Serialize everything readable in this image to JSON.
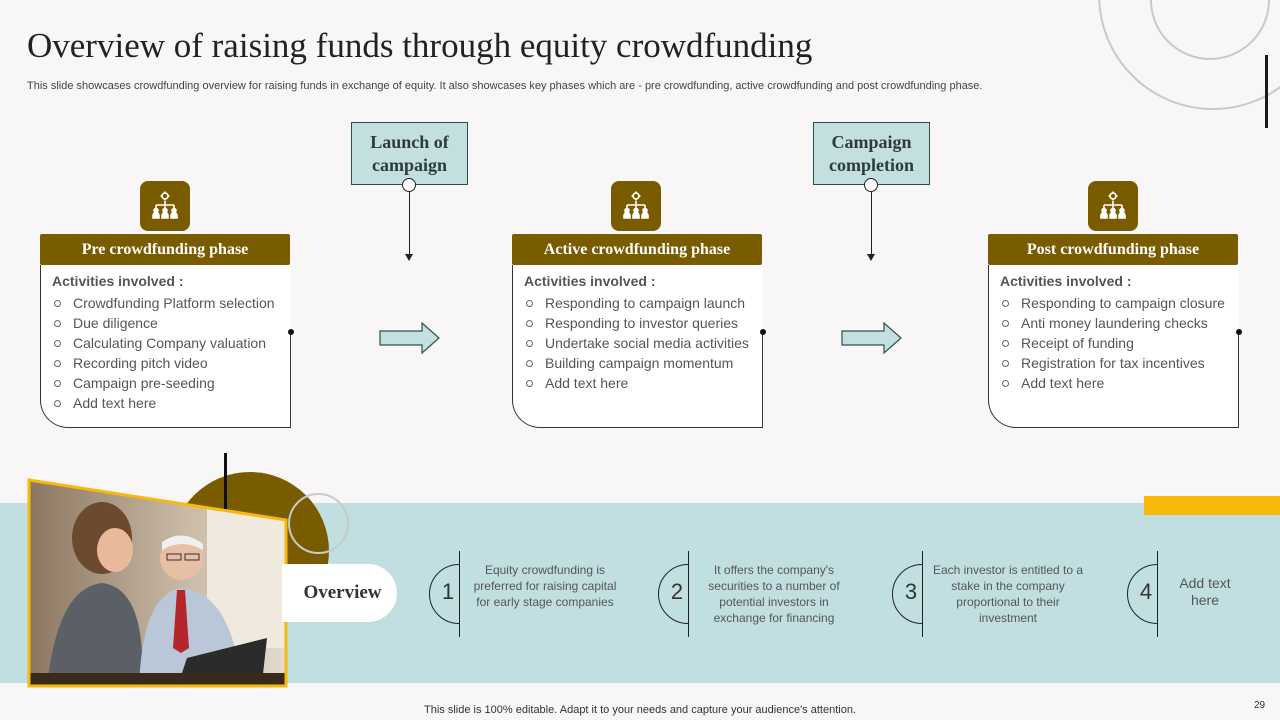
{
  "slide": {
    "title": "Overview of raising funds through equity crowdfunding",
    "subtitle": "This slide showcases crowdfunding overview for raising funds in exchange of equity. It also showcases key phases which are - pre crowdfunding, active crowdfunding and post crowdfunding phase."
  },
  "milestones": [
    {
      "label": "Launch of campaign"
    },
    {
      "label": "Campaign completion"
    }
  ],
  "phases": [
    {
      "title": "Pre crowdfunding phase",
      "activities_title": "Activities involved :",
      "items": [
        "Crowdfunding Platform selection",
        "Due diligence",
        "Calculating Company valuation",
        "Recording pitch video",
        "Campaign pre-seeding",
        "Add text here"
      ]
    },
    {
      "title": "Active crowdfunding phase",
      "activities_title": "Activities involved :",
      "items": [
        "Responding to campaign launch",
        "Responding to investor queries",
        "Undertake social media activities",
        "Building campaign momentum",
        "Add text here"
      ]
    },
    {
      "title": "Post crowdfunding phase",
      "activities_title": "Activities involved :",
      "items": [
        "Responding to campaign closure",
        "Anti money laundering checks",
        "Receipt of funding",
        "Registration for tax incentives",
        "Add text here"
      ]
    }
  ],
  "overview": {
    "label": "Overview",
    "items": [
      {
        "num": "1",
        "text": "Equity crowdfunding is preferred for raising capital for early stage companies"
      },
      {
        "num": "2",
        "text": "It offers the company's securities to a number of potential investors in exchange for financing"
      },
      {
        "num": "3",
        "text": "Each investor is entitled to a stake in the company proportional to their investment"
      },
      {
        "num": "4",
        "text": "Add text here"
      }
    ]
  },
  "footer": {
    "text": "This slide is 100% editable. Adapt it to your needs and capture your audience's attention.",
    "page_number": "29"
  },
  "colors": {
    "brown": "#7a5c00",
    "teal_light": "#c1dfe0",
    "yellow": "#f6b90c",
    "arrow_fill": "#c3dfe0"
  },
  "icons": {
    "phase": "network-settings-icon",
    "photo": "people-at-laptop-photo"
  }
}
